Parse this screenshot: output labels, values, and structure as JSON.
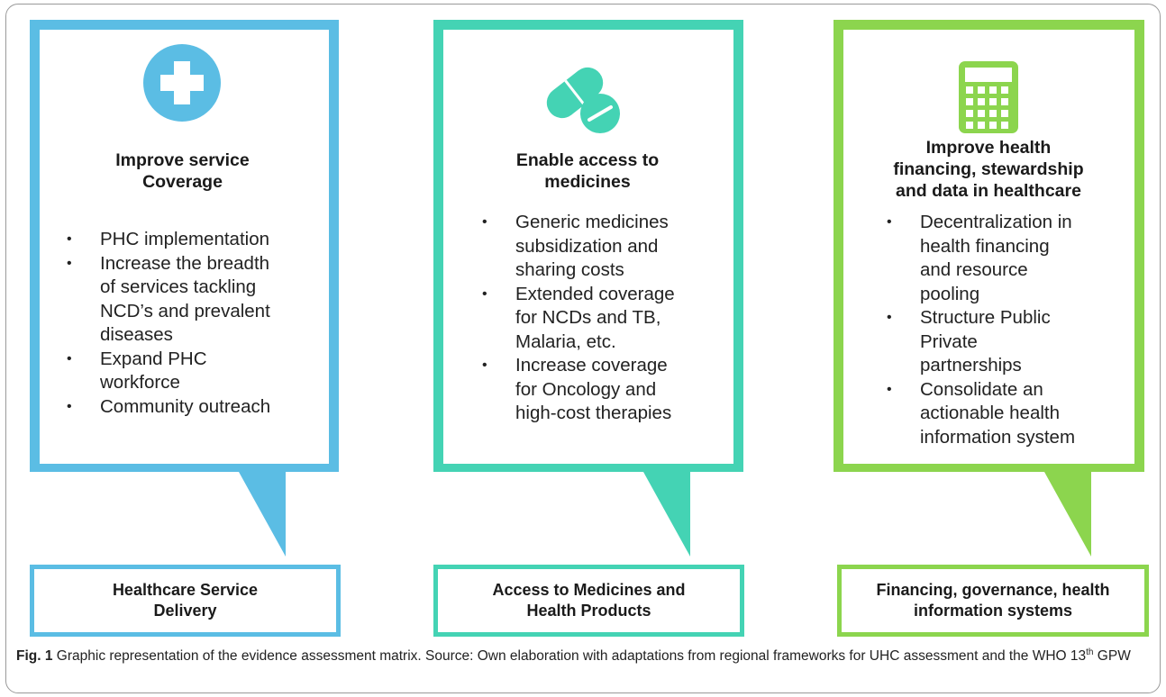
{
  "colors": {
    "blue": "#5bbde4",
    "teal": "#44d3b4",
    "green": "#8cd54e"
  },
  "columns": [
    {
      "icon": "medical-cross-icon",
      "title": "Improve service\nCoverage",
      "bullets": [
        "PHC implementation",
        "Increase the breadth\nof services tackling\nNCD’s and prevalent\ndiseases",
        "Expand PHC\nworkforce",
        "Community outreach"
      ],
      "label": "Healthcare Service\nDelivery"
    },
    {
      "icon": "pills-icon",
      "title": "Enable access to\nmedicines",
      "bullets": [
        "Generic medicines\nsubsidization and\nsharing costs",
        " Extended coverage\nfor NCDs and TB,\nMalaria, etc.",
        "Increase coverage\nfor Oncology and\nhigh-cost therapies"
      ],
      "label": "Access to Medicines and\nHealth Products"
    },
    {
      "icon": "calculator-icon",
      "title": "Improve health\nfinancing, stewardship\nand data in healthcare",
      "bullets": [
        "Decentralization in\nhealth financing\nand resource\npooling",
        "Structure Public\nPrivate\npartnerships",
        "Consolidate an\nactionable health\ninformation system"
      ],
      "label": "Financing, governance, health\ninformation systems"
    }
  ],
  "caption": {
    "fig_label": "Fig. 1",
    "text_before_sup": " Graphic representation of the evidence assessment matrix. Source: Own elaboration with adaptations from regional frameworks for UHC assessment and the WHO 13",
    "sup": "th",
    "text_after_sup": " GPW"
  }
}
